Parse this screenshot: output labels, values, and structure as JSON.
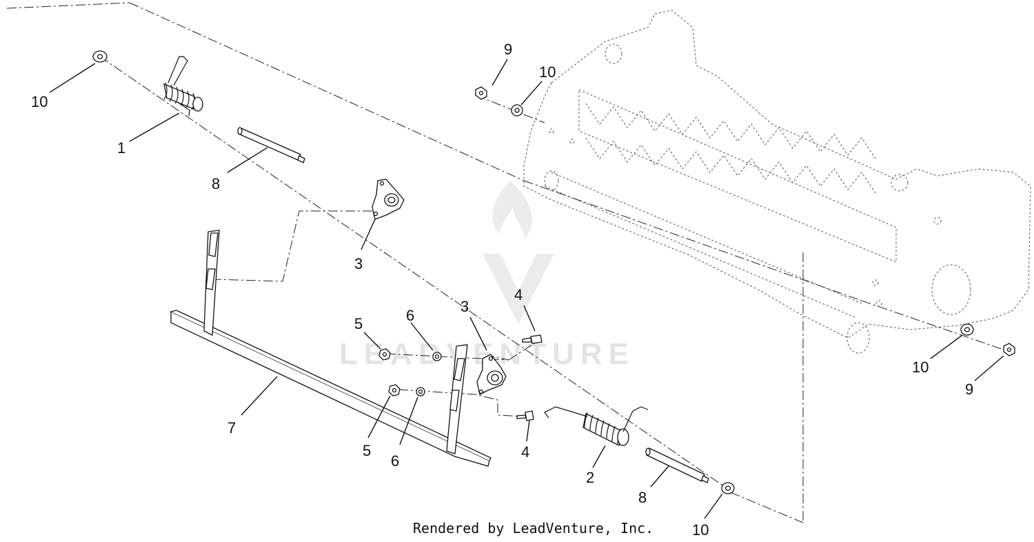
{
  "callouts": [
    {
      "id": "c10a",
      "label": "10"
    },
    {
      "id": "c1",
      "label": "1"
    },
    {
      "id": "c8a",
      "label": "8"
    },
    {
      "id": "c3a",
      "label": "3"
    },
    {
      "id": "c9a",
      "label": "9"
    },
    {
      "id": "c10b",
      "label": "10"
    },
    {
      "id": "c4a",
      "label": "4"
    },
    {
      "id": "c3b",
      "label": "3"
    },
    {
      "id": "c6a",
      "label": "6"
    },
    {
      "id": "c5a",
      "label": "5"
    },
    {
      "id": "c7",
      "label": "7"
    },
    {
      "id": "c5b",
      "label": "5"
    },
    {
      "id": "c6b",
      "label": "6"
    },
    {
      "id": "c4b",
      "label": "4"
    },
    {
      "id": "c2",
      "label": "2"
    },
    {
      "id": "c8b",
      "label": "8"
    },
    {
      "id": "c10c",
      "label": "10"
    },
    {
      "id": "c10d",
      "label": "10"
    },
    {
      "id": "c9b",
      "label": "9"
    }
  ],
  "credit": "Rendered by LeadVenture, Inc.",
  "watermark": "LEADVENTURE",
  "colors": {
    "line": "#111111",
    "watermark": "#e4e4e4",
    "background": "#ffffff"
  }
}
